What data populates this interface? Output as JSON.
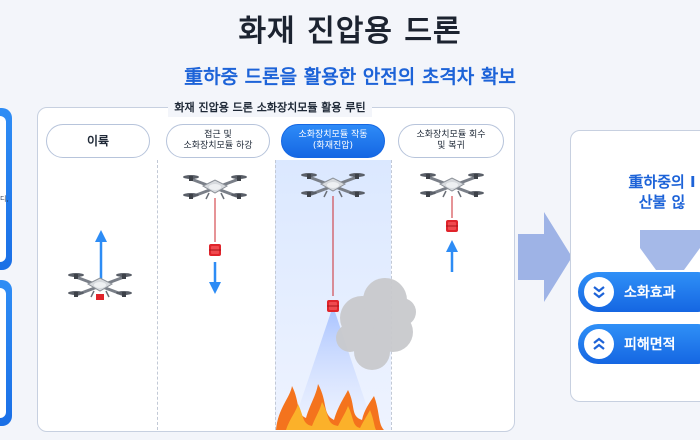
{
  "header": {
    "title": "화재 진압용 드론",
    "subtitle": "重하중 드론을 활용한 안전의 초격차 확보"
  },
  "left_fragment": "디,",
  "routine": {
    "title": "화재 진압용 드론 소화장치모듈 활용 루틴",
    "stages": [
      {
        "label": "이륙"
      },
      {
        "label": "접근 및\n소화장치모듈 하강"
      },
      {
        "label": "소화장치모듈 작동\n(화재진압)"
      },
      {
        "label": "소화장치모듈 회수\n및 복귀"
      }
    ]
  },
  "result": {
    "text": "重하중의 I\n산불 읺",
    "pills": [
      {
        "label": "소화효과",
        "icon": "chevrons-down-icon"
      },
      {
        "label": "피해면적",
        "icon": "chevrons-up-icon"
      }
    ]
  },
  "colors": {
    "accent": "#1d63d8",
    "active_stage": "#1567e3",
    "arrow": "#2d8cf5",
    "module": "#e0242b",
    "fire": "#f25a1c"
  }
}
